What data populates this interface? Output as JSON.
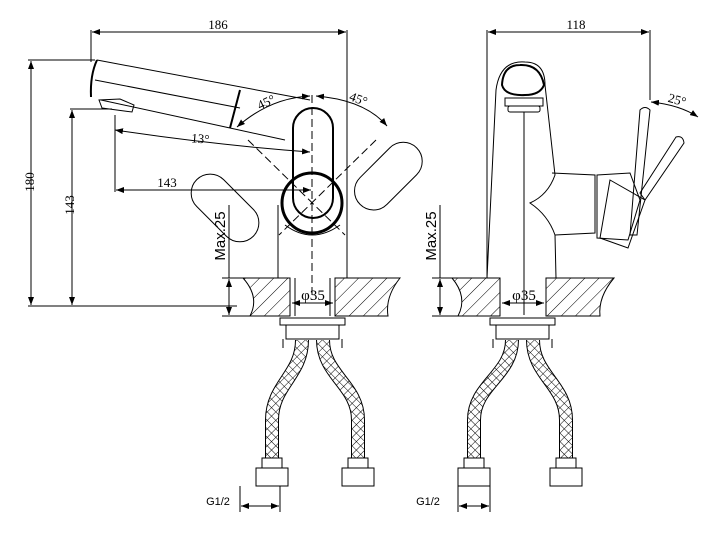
{
  "side_view": {
    "dim_overall_length": "186",
    "dim_overall_height": "180",
    "dim_spout_height": "143",
    "dim_spout_reach": "143",
    "angle_spout": "13°",
    "angle_handle_left": "45°",
    "angle_handle_right": "45°",
    "counter_max_thickness": "Max.25",
    "hole_diameter": "φ35",
    "thread": "G1/2"
  },
  "front_view": {
    "dim_overall_width": "118",
    "angle_lever": "25°",
    "counter_max_thickness": "Max.25",
    "hole_diameter": "φ35",
    "thread": "G1/2"
  }
}
